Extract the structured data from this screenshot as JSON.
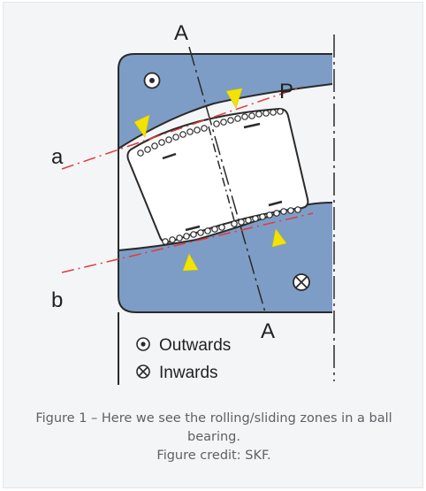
{
  "figure": {
    "labels": {
      "section_top": "A",
      "section_bottom": "A",
      "line_a": "a",
      "line_b": "b",
      "point_p": "P"
    },
    "legend": {
      "outwards": "Outwards",
      "inwards": "Inwards"
    },
    "caption": {
      "line1": "Figure 1 – Here we see the rolling/sliding zones in a ball bearing.",
      "line2": "Figure credit: SKF."
    },
    "colors": {
      "ring_fill": "#7d9dc6",
      "outline": "#2a2a2a",
      "contact_line": "#e23a3a",
      "marker": "#f3e300",
      "card_background": "#f4f5f6",
      "caption_text": "#5d6167"
    }
  }
}
